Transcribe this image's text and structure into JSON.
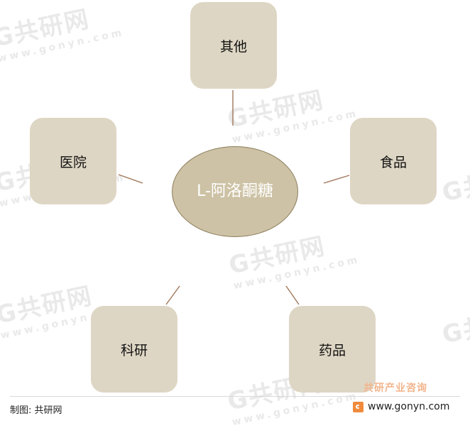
{
  "diagram": {
    "center_label": "L-阿洛酮糖",
    "nodes": {
      "top": "其他",
      "left": "医院",
      "right": "食品",
      "bottom_left": "科研",
      "bottom_right": "药品"
    }
  },
  "footer": {
    "source": "制图: 共研网",
    "brand_cn": "共研产业咨询",
    "brand_url": "www.gonyn.com"
  },
  "colors": {
    "node_fill": "#ded6c4",
    "center_fill": "#cdc2a5",
    "connector": "#a0765a",
    "brand_orange": "#f08a3c"
  }
}
